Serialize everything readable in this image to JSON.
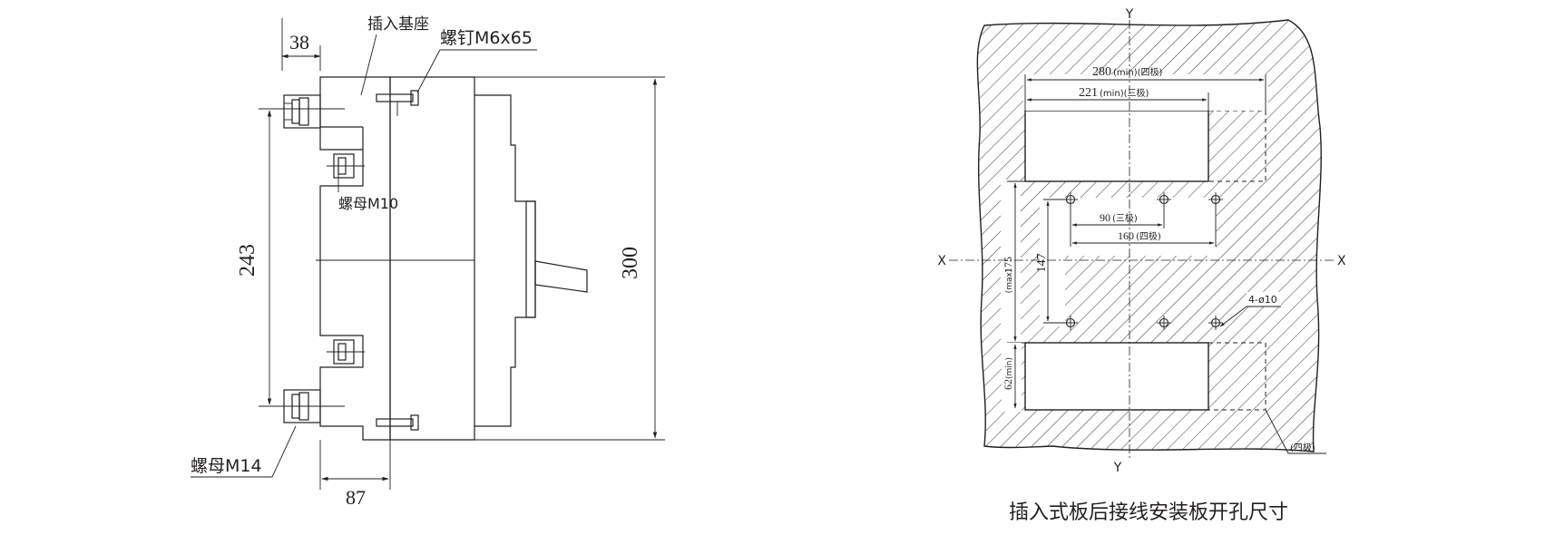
{
  "left_view": {
    "labels": {
      "base": "插入基座",
      "screw": "螺钉M6x65",
      "nut_m10": "螺母M10",
      "nut_m14": "螺母M14"
    },
    "dims": {
      "d38": "38",
      "d243": "243",
      "d300": "300",
      "d87": "87"
    }
  },
  "right_view": {
    "axes": {
      "y_top": "Y",
      "y_bottom": "Y",
      "x_left": "X",
      "x_right": "X"
    },
    "dims": {
      "d280": "280",
      "d280_note": "(min)(四极)",
      "d221": "221",
      "d221_note": "(min)(三极)",
      "d90": "90",
      "d90_note": "(三极)",
      "d160": "160",
      "d160_note": "(四极)",
      "d147": "147",
      "d175": "175",
      "d175_note": "(max)",
      "d62": "62",
      "d62_note": "(min)",
      "holes": "4-ø10",
      "four_pole": "(四极)"
    },
    "caption": "插入式板后接线安装板开孔尺寸"
  },
  "colors": {
    "ink": "#231f20",
    "background": "#ffffff"
  }
}
